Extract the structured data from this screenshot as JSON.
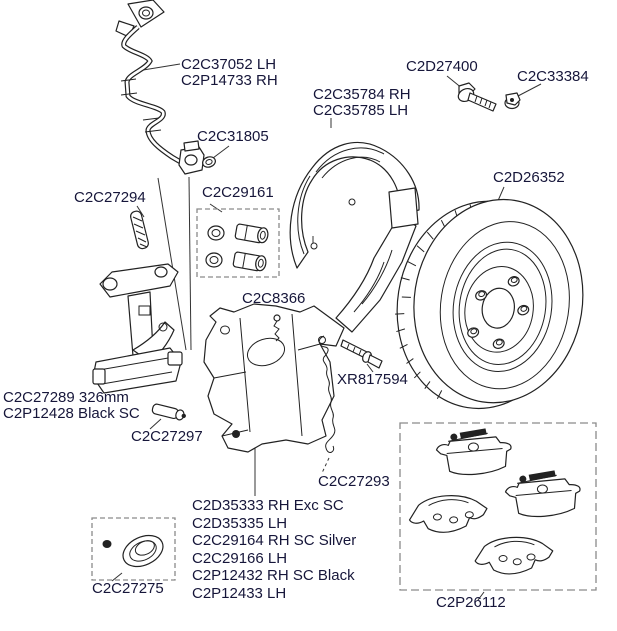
{
  "colors": {
    "background": "#ffffff",
    "line_art": "#222222",
    "label_text": "#16163a",
    "kit_box": "#8a8a8a"
  },
  "parts": {
    "hose": {
      "label_line1": "C2C37052 LH",
      "label_line2": "C2P14733 RH"
    },
    "washer": {
      "label": "C2C31805"
    },
    "retaining_spring": {
      "label": "C2C27294"
    },
    "bush_kit": {
      "label": "C2C29161"
    },
    "splash_shield": {
      "label_line1": "C2C35784 RH",
      "label_line2": "C2C35785 LH"
    },
    "bolt": {
      "label": "C2D27400"
    },
    "nut": {
      "label": "C2C33384"
    },
    "brake_disc": {
      "label": "C2D26352"
    },
    "bleed_screw": {
      "label": "C2C8366"
    },
    "guide_pin": {
      "label": "XR817594"
    },
    "wear_sensor": {
      "label": "C2C27293"
    },
    "carrier_bracket": {
      "label_line1": "C2C27289 326mm",
      "label_line2": "C2P12428 Black SC"
    },
    "slide_pin": {
      "label": "C2C27297"
    },
    "caliper": {
      "label_line1": "C2D35333 RH Exc SC",
      "label_line2": "C2D35335 LH",
      "label_line3": "C2C29164 RH SC Silver",
      "label_line4": "C2C29166 LH",
      "label_line5": "C2P12432 RH SC Black",
      "label_line6": "C2P12433 LH"
    },
    "seal_kit": {
      "label": "C2C27275"
    },
    "pad_kit": {
      "label": "C2P26112"
    }
  }
}
